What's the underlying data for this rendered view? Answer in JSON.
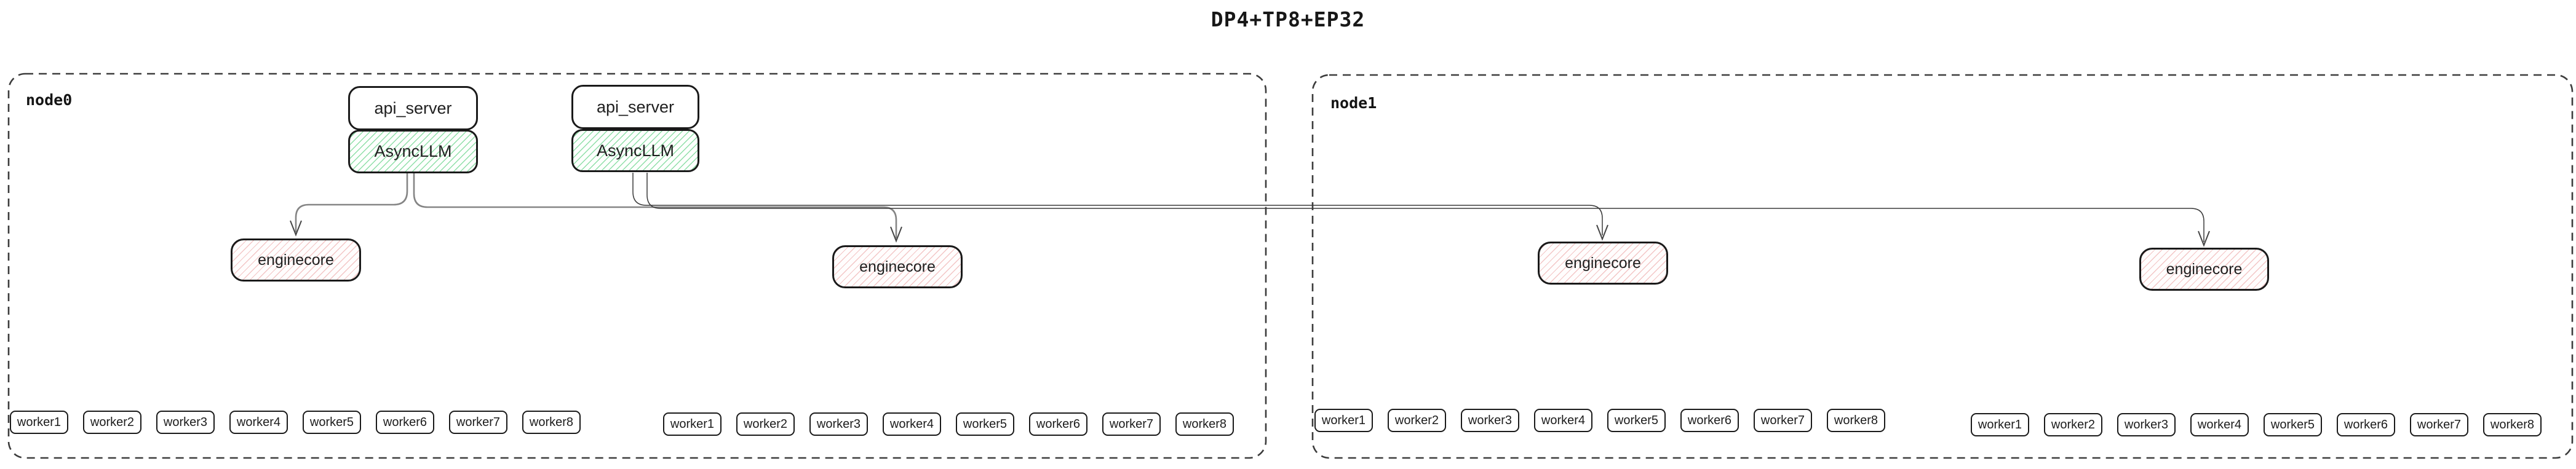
{
  "title": "DP4+TP8+EP32",
  "colors": {
    "green_hatch": "#8fdfa8",
    "red_hatch": "#f3c6c6",
    "line_gray": "#858585",
    "line_dark": "#3a3a3a",
    "box_border": "#1a1a1a"
  },
  "node0": {
    "label": "node0",
    "api_server_stacks": [
      {
        "api_server": "api_server",
        "async_llm": "AsyncLLM"
      },
      {
        "api_server": "api_server",
        "async_llm": "AsyncLLM"
      }
    ],
    "enginecores": [
      {
        "label": "enginecore"
      },
      {
        "label": "enginecore"
      }
    ],
    "worker_groups": [
      {
        "workers": [
          "worker1",
          "worker2",
          "worker3",
          "worker4",
          "worker5",
          "worker6",
          "worker7",
          "worker8"
        ]
      },
      {
        "workers": [
          "worker1",
          "worker2",
          "worker3",
          "worker4",
          "worker5",
          "worker6",
          "worker7",
          "worker8"
        ]
      }
    ]
  },
  "node1": {
    "label": "node1",
    "enginecores": [
      {
        "label": "enginecore"
      },
      {
        "label": "enginecore"
      }
    ],
    "worker_groups": [
      {
        "workers": [
          "worker1",
          "worker2",
          "worker3",
          "worker4",
          "worker5",
          "worker6",
          "worker7",
          "worker8"
        ]
      },
      {
        "workers": [
          "worker1",
          "worker2",
          "worker3",
          "worker4",
          "worker5",
          "worker6",
          "worker7",
          "worker8"
        ]
      }
    ]
  }
}
